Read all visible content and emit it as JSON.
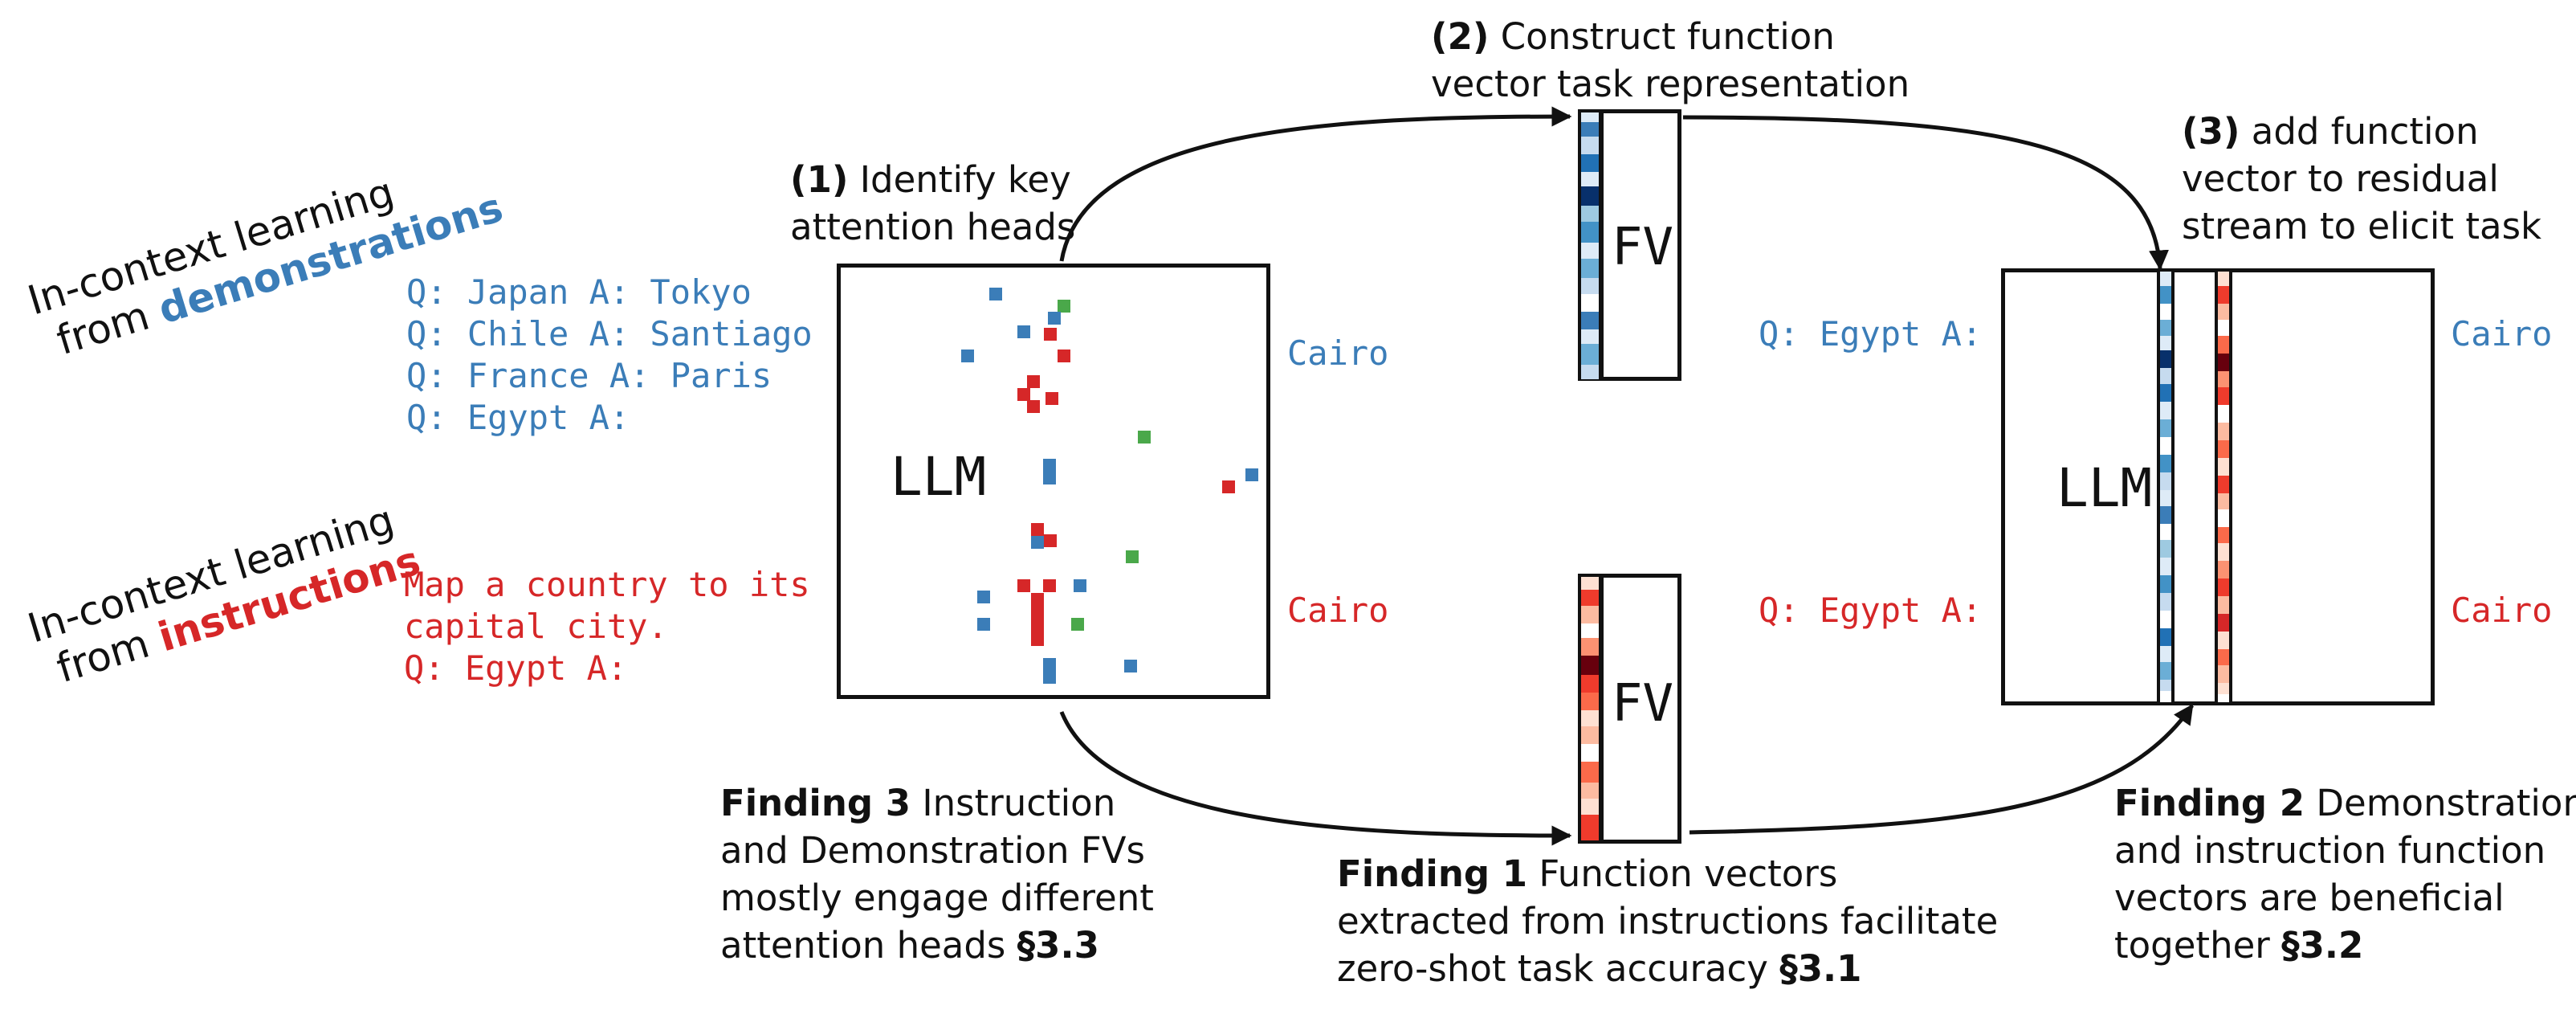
{
  "left_labels": {
    "demo": {
      "line1": "In-context learning",
      "pre": "from ",
      "emph": "demonstrations"
    },
    "instr": {
      "line1": "In-context learning",
      "pre": "from ",
      "emph": "instructions"
    }
  },
  "prompts": {
    "demo": [
      "Q: Japan A: Tokyo",
      "Q: Chile A: Santiago",
      "Q: France A: Paris",
      "Q: Egypt A:"
    ],
    "instr": [
      "Map a country to its",
      "capital city.",
      "Q: Egypt A:"
    ]
  },
  "llm_left": {
    "label": "LLM",
    "output_demo": "Cairo",
    "output_instr": "Cairo"
  },
  "llm_right": {
    "label": "LLM",
    "query_demo": "Q: Egypt A:",
    "query_instr": "Q: Egypt A:",
    "output_demo": "Cairo",
    "output_instr": "Cairo"
  },
  "fv": {
    "label_top": "FV",
    "label_bottom": "FV"
  },
  "steps": {
    "s1": {
      "num": "(1)",
      "line1": " Identify key",
      "line2": "attention heads"
    },
    "s2": {
      "num": "(2)",
      "line1": " Construct function",
      "line2": "vector task representation"
    },
    "s3": {
      "num": "(3)",
      "line1": " add function",
      "line2": "vector to residual",
      "line3": "stream to elicit task"
    }
  },
  "findings": {
    "f1": {
      "title": "Finding 1",
      "line1": " Function vectors",
      "line2": "extracted from instructions facilitate",
      "line3": "zero-shot task accuracy ",
      "ref": "§3.1"
    },
    "f2": {
      "title": "Finding 2",
      "line1": " Demonstration",
      "line2": "and instruction function",
      "line3": "vectors are beneficial",
      "line4": "together ",
      "ref": "§3.2"
    },
    "f3": {
      "title": "Finding 3",
      "line1": " Instruction",
      "line2": "and Demonstration FVs",
      "line3": "mostly engage different",
      "line4": "attention heads ",
      "ref": "§3.3"
    }
  },
  "colors": {
    "demonstration": "#3b7db8",
    "instruction": "#d62728",
    "shared_head": "#4aa84a"
  }
}
